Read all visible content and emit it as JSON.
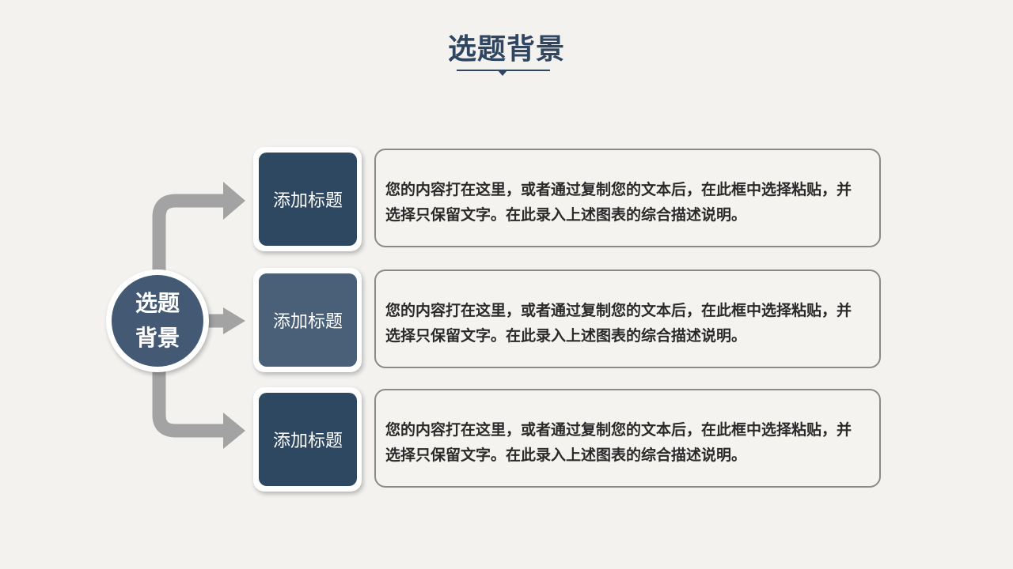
{
  "slide": {
    "title": "选题背景",
    "hub": {
      "line1": "选题",
      "line2": "背景"
    },
    "items": [
      {
        "heading": "添加标题",
        "tile_color": "#2f4862",
        "body": "您的内容打在这里，或者通过复制您的文本后，在此框中选择粘贴，并选择只保留文字。在此录入上述图表的综合描述说明。"
      },
      {
        "heading": "添加标题",
        "tile_color": "#4a5f78",
        "body": "您的内容打在这里，或者通过复制您的文本后，在此框中选择粘贴，并选择只保留文字。在此录入上述图表的综合描述说明。"
      },
      {
        "heading": "添加标题",
        "tile_color": "#2f4862",
        "body": "您的内容打在这里，或者通过复制您的文本后，在此框中选择粘贴，并选择只保留文字。在此录入上述图表的综合描述说明。"
      }
    ]
  },
  "colors": {
    "title": "#2f4560",
    "hub": "#445a74",
    "arrow": "#a3a3a3",
    "background": "#f3f2ef",
    "card_border": "#8a8a8a"
  }
}
